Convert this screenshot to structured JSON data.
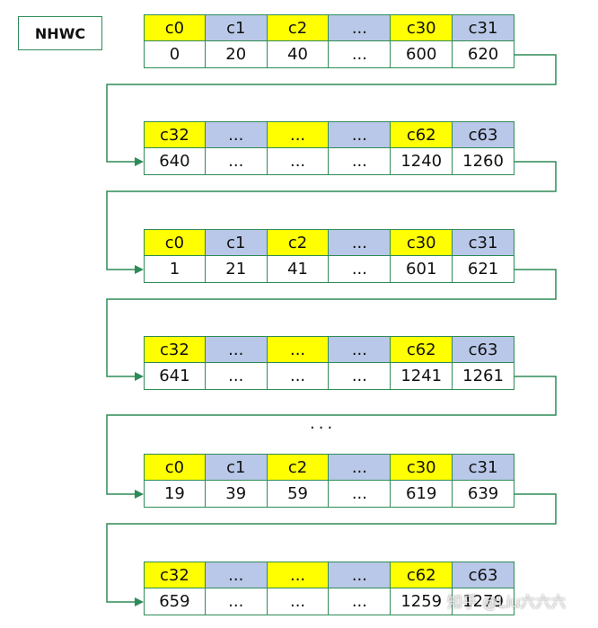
{
  "title": "NHWC",
  "ellipsis": "···",
  "watermark": "知乎 @Liu六六六",
  "colors": {
    "yellow": "#ffff00",
    "blue": "#b9c8e8",
    "line": "#2e8b57"
  },
  "blocks": [
    {
      "header": [
        "c0",
        "c1",
        "c2",
        "...",
        "c30",
        "c31"
      ],
      "values": [
        "0",
        "20",
        "40",
        "...",
        "600",
        "620"
      ]
    },
    {
      "header": [
        "c32",
        "...",
        "...",
        "...",
        "c62",
        "c63"
      ],
      "values": [
        "640",
        "...",
        "...",
        "...",
        "1240",
        "1260"
      ]
    },
    {
      "header": [
        "c0",
        "c1",
        "c2",
        "...",
        "c30",
        "c31"
      ],
      "values": [
        "1",
        "21",
        "41",
        "...",
        "601",
        "621"
      ]
    },
    {
      "header": [
        "c32",
        "...",
        "...",
        "...",
        "c62",
        "c63"
      ],
      "values": [
        "641",
        "...",
        "...",
        "...",
        "1241",
        "1261"
      ]
    },
    {
      "header": [
        "c0",
        "c1",
        "c2",
        "...",
        "c30",
        "c31"
      ],
      "values": [
        "19",
        "39",
        "59",
        "...",
        "619",
        "639"
      ]
    },
    {
      "header": [
        "c32",
        "...",
        "...",
        "...",
        "c62",
        "c63"
      ],
      "values": [
        "659",
        "...",
        "...",
        "...",
        "1259",
        "1279"
      ]
    }
  ]
}
